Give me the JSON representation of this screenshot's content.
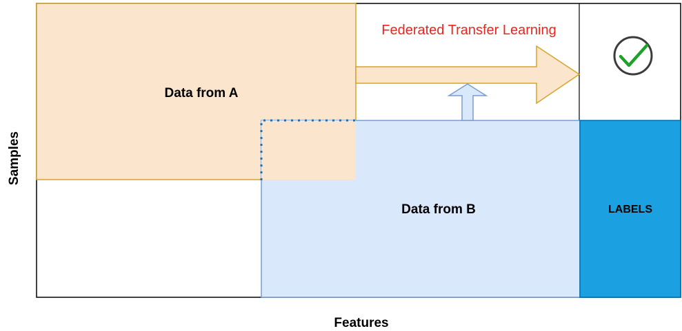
{
  "diagram": {
    "title": "Federated Transfer Learning",
    "block_a_label": "Data from A",
    "block_b_label": "Data from B",
    "labels_label": "LABELS",
    "x_axis_label": "Features",
    "y_axis_label": "Samples",
    "checkmark_icon": "check-circle-icon"
  },
  "colors": {
    "block_a_fill": "#fce5cd",
    "block_a_border": "#d6a328",
    "block_b_fill": "#dae8fc",
    "block_b_border": "#7a9ccf",
    "labels_fill": "#1ba1e2",
    "labels_border": "#006eaf",
    "title_text": "#e8261f",
    "dotted_line": "#1f6fb2",
    "check_green": "#1ea12a",
    "check_circle": "#3c3c3c"
  }
}
